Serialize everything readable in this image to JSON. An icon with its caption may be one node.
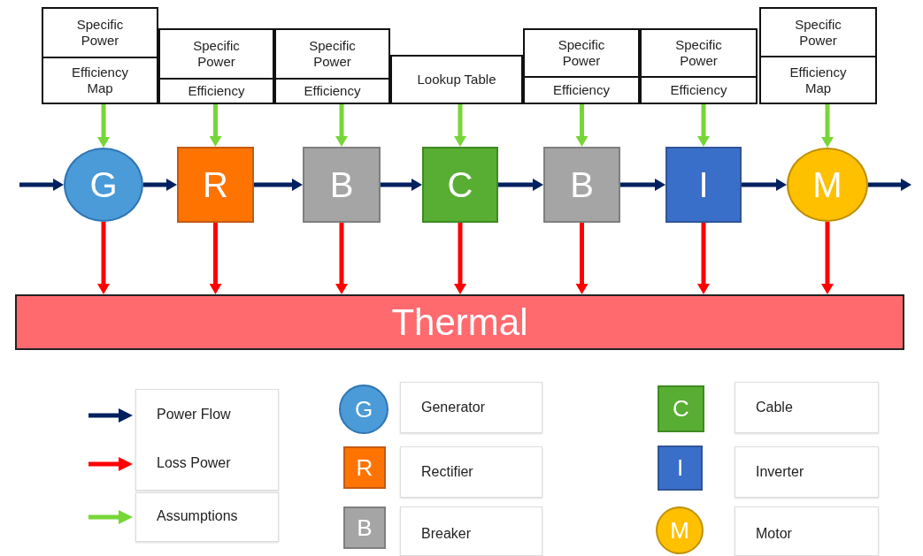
{
  "diagram": {
    "nodes": [
      {
        "text": [
          "Specific Power",
          "Efficiency Map"
        ]
      },
      {
        "text": [
          "Specific Power",
          "Efficiency"
        ]
      },
      {
        "text": [
          "Specific Power",
          "Efficiency"
        ]
      },
      {
        "text": [
          "Lookup Table"
        ]
      },
      {
        "text": [
          "Specific Power",
          "Efficiency"
        ]
      },
      {
        "text": [
          "Specific Power",
          "Efficiency"
        ]
      },
      {
        "text": [
          "Specific Power",
          "Efficiency Map"
        ]
      },
      {
        "text": [
          "G"
        ]
      },
      {
        "text": [
          "R"
        ]
      },
      {
        "text": [
          "B"
        ]
      },
      {
        "text": [
          "C"
        ]
      },
      {
        "text": [
          "B"
        ]
      },
      {
        "text": [
          "I"
        ]
      },
      {
        "text": [
          "M"
        ]
      },
      {
        "text": [
          "Thermal"
        ]
      }
    ],
    "edges": [
      {
        "from": null,
        "to": 7,
        "arrow": "to"
      },
      {
        "from": 7,
        "to": 8,
        "arrow": "to"
      },
      {
        "from": 8,
        "to": 9,
        "arrow": "to"
      },
      {
        "from": 9,
        "to": 10,
        "arrow": "to"
      },
      {
        "from": 10,
        "to": 11,
        "arrow": "to"
      },
      {
        "from": 11,
        "to": 12,
        "arrow": "to"
      },
      {
        "from": 12,
        "to": 13,
        "arrow": "to"
      },
      {
        "from": 13,
        "to": null,
        "arrow": "to"
      },
      {
        "from": 0,
        "to": 7,
        "arrow": "to",
        "color": "#77d637"
      },
      {
        "from": 1,
        "to": 8,
        "arrow": "to",
        "color": "#77d637"
      },
      {
        "from": 2,
        "to": 9,
        "arrow": "to",
        "color": "#77d637"
      },
      {
        "from": 3,
        "to": 10,
        "arrow": "to",
        "color": "#77d637"
      },
      {
        "from": 4,
        "to": 11,
        "arrow": "to",
        "color": "#77d637"
      },
      {
        "from": 5,
        "to": 12,
        "arrow": "to",
        "color": "#77d637"
      },
      {
        "from": 6,
        "to": 13,
        "arrow": "to",
        "color": "#77d637"
      },
      {
        "from": 7,
        "to": 14,
        "arrow": "to",
        "color": "#ff0000"
      },
      {
        "from": 8,
        "to": 14,
        "arrow": "to",
        "color": "#ff0000"
      },
      {
        "from": 9,
        "to": 14,
        "arrow": "to",
        "color": "#ff0000"
      },
      {
        "from": 10,
        "to": 14,
        "arrow": "to",
        "color": "#ff0000"
      },
      {
        "from": 11,
        "to": 14,
        "arrow": "to",
        "color": "#ff0000"
      },
      {
        "from": 12,
        "to": 14,
        "arrow": "to",
        "color": "#ff0000"
      },
      {
        "from": 13,
        "to": 14,
        "arrow": "to",
        "color": "#ff0000"
      }
    ],
    "labels": [
      "G",
      "R",
      "B",
      "C",
      "I",
      "M"
    ],
    "legend": [
      {
        "text": "Power Flow"
      },
      {
        "text": "Loss Power"
      },
      {
        "text": "Assumptions"
      },
      {
        "text": "Generator",
        "color": "#4a9bd8"
      },
      {
        "text": "Rectifier",
        "color": "#ff7400"
      },
      {
        "text": "Breaker",
        "color": "#a5a5a5"
      },
      {
        "text": "Cable",
        "color": "#58ad33"
      },
      {
        "text": "Inverter",
        "color": "#3a6fc9"
      },
      {
        "text": "Motor",
        "color": "#ffc000"
      }
    ]
  }
}
